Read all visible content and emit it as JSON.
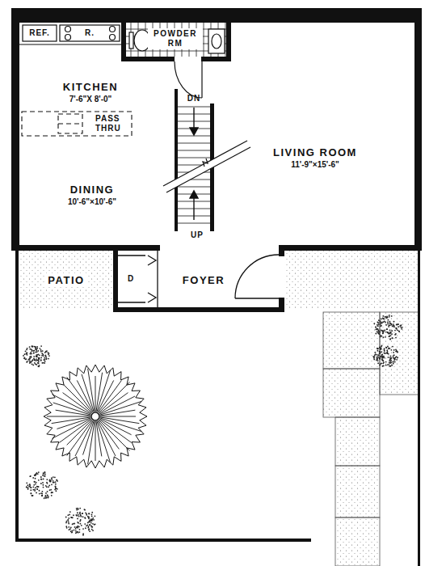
{
  "diagram": {
    "nodes": [
      {
        "text": [
          "POWDER RM"
        ]
      },
      {
        "text": [
          "KITCHEN",
          "7'-6\"X 8'-0\""
        ]
      },
      {
        "text": [
          "LIVING ROOM",
          "11'-9\"×15'-6\""
        ]
      },
      {
        "text": [
          "DINING",
          "10'-6\"×10'-6\""
        ]
      },
      {
        "text": [
          "PATIO"
        ]
      },
      {
        "text": [
          "FOYER"
        ]
      }
    ],
    "labels": [
      "REF.",
      "R.",
      "PASS THRU",
      "DN",
      "UP",
      "D"
    ]
  }
}
